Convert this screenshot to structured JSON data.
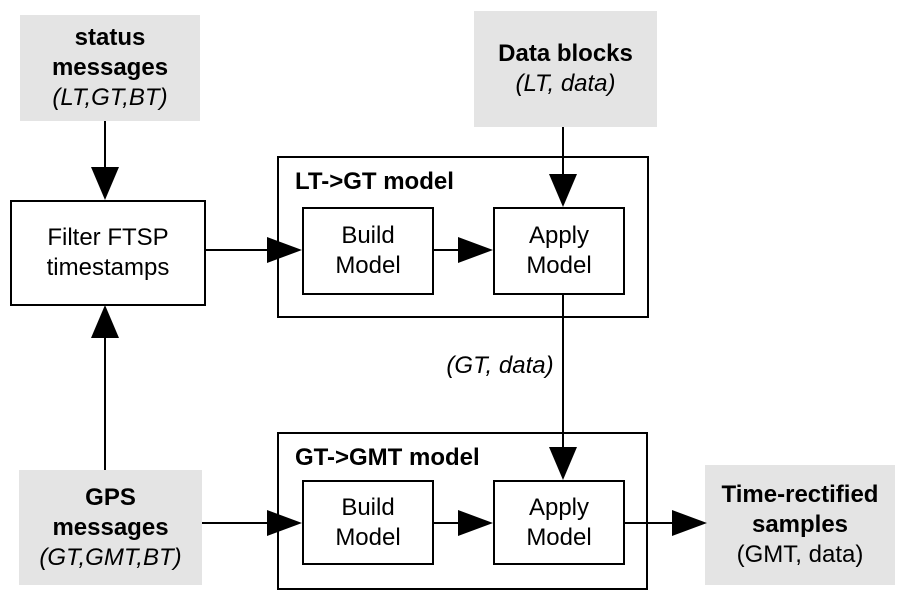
{
  "colors": {
    "box_gray": "#e4e4e4",
    "line": "#000000",
    "background": "#ffffff"
  },
  "nodes": {
    "status_messages": {
      "lines": [
        "status",
        "messages",
        "(LT,GT,BT)"
      ]
    },
    "data_blocks": {
      "lines": [
        "Data blocks",
        "(LT, data)"
      ]
    },
    "filter_ftsp": {
      "lines": [
        "Filter FTSP",
        "timestamps"
      ]
    },
    "lt_gt_model": {
      "title": "LT->GT model"
    },
    "build_model_1": {
      "lines": [
        "Build",
        "Model"
      ]
    },
    "apply_model_1": {
      "lines": [
        "Apply",
        "Model"
      ]
    },
    "gt_gmt_model": {
      "title": "GT->GMT model"
    },
    "build_model_2": {
      "lines": [
        "Build",
        "Model"
      ]
    },
    "apply_model_2": {
      "lines": [
        "Apply",
        "Model"
      ]
    },
    "gps_messages": {
      "lines": [
        "GPS",
        "messages",
        "(GT,GMT,BT)"
      ]
    },
    "time_rectified": {
      "lines": [
        "Time-rectified",
        "samples",
        "(GMT, data)"
      ]
    }
  },
  "labels": {
    "gt_data": "(GT, data)"
  }
}
